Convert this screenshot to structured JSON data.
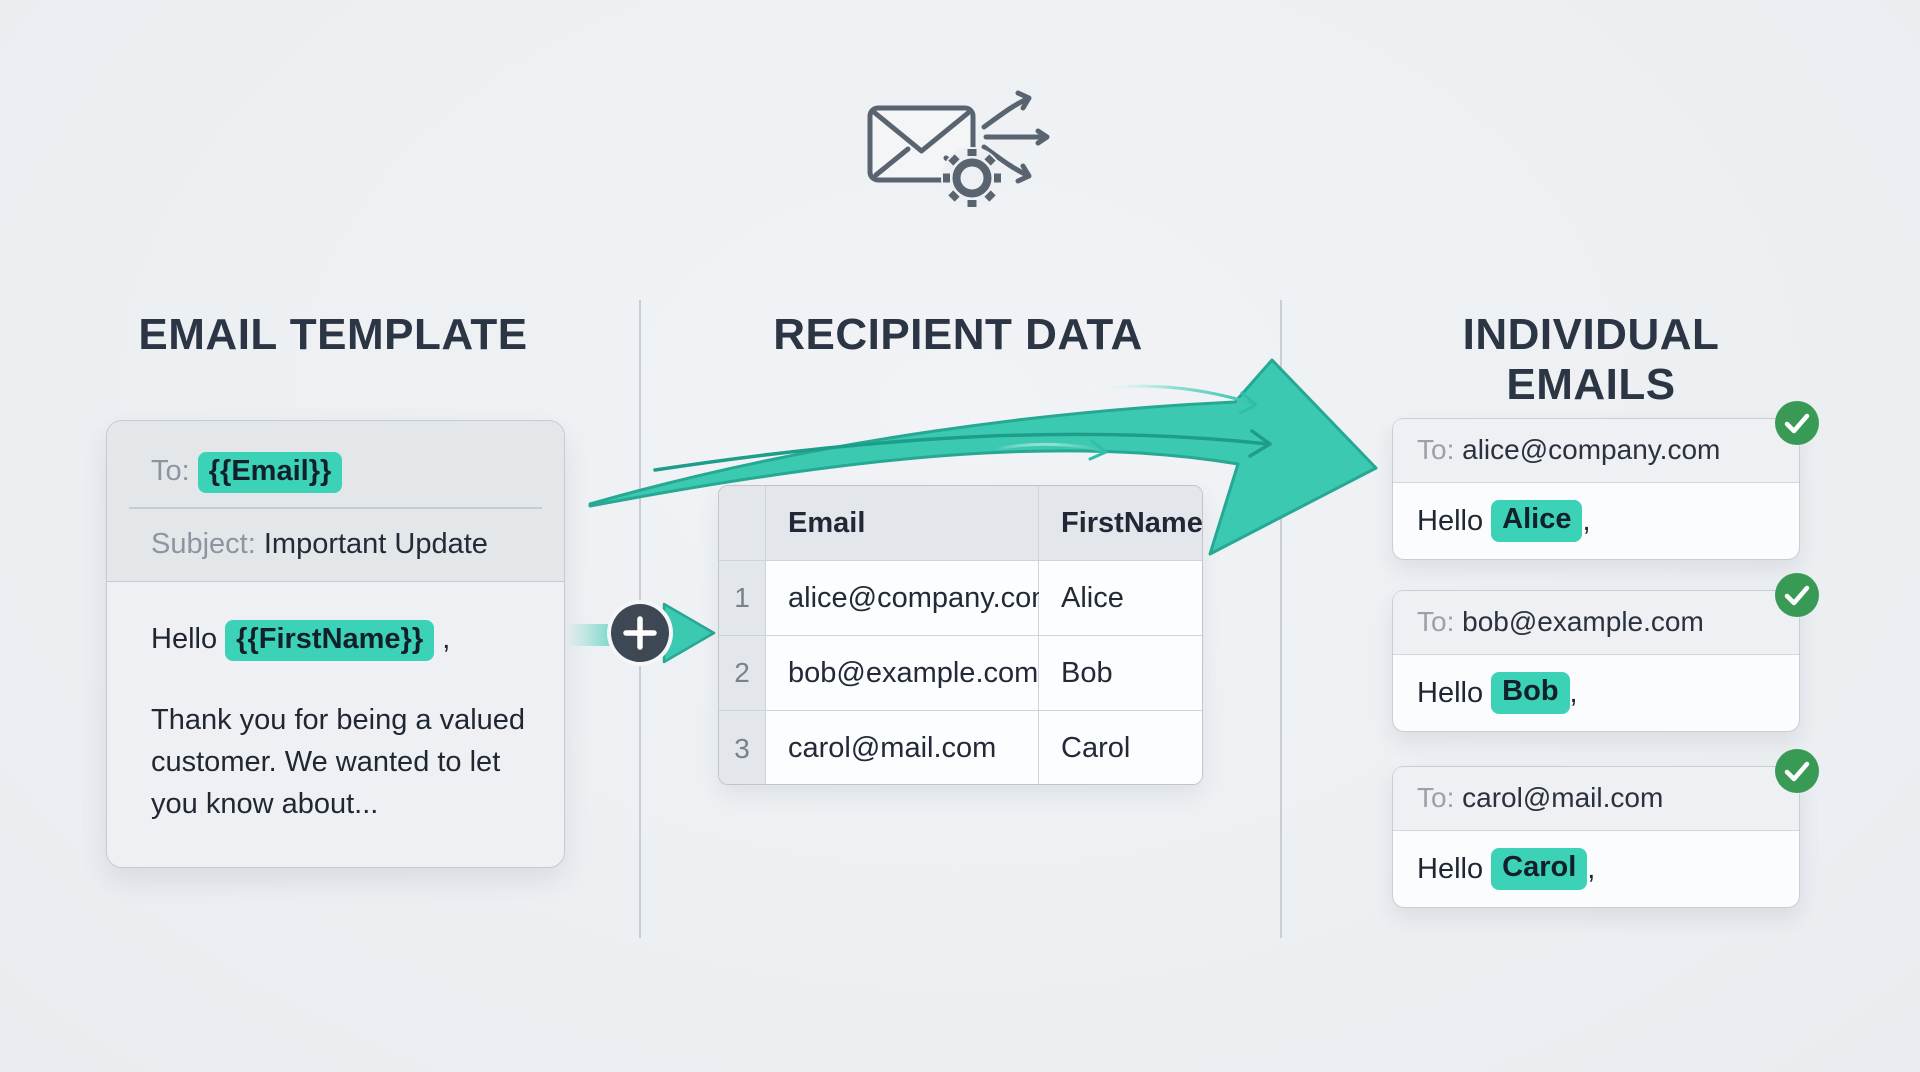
{
  "columns": [
    {
      "heading": "EMAIL TEMPLATE"
    },
    {
      "heading": "RECIPIENT DATA"
    },
    {
      "heading": "INDIVIDUAL EMAILS"
    }
  ],
  "template_card": {
    "to_label": "To:",
    "to_variable": "{{Email}}",
    "subject_label": "Subject:",
    "subject_value": "Important Update",
    "greeting_prefix": "Hello ",
    "greeting_variable": "{{FirstName}}",
    "greeting_suffix": " ,",
    "body_lines": [
      "Thank you for being a valued",
      "customer. We wanted to let",
      "you know about..."
    ]
  },
  "merge": {
    "plus_symbol": "+"
  },
  "recipient_table": {
    "headers": {
      "email": "Email",
      "first_name": "FirstName"
    },
    "rows": [
      {
        "num": "1",
        "email": "alice@company.com",
        "first_name": "Alice"
      },
      {
        "num": "2",
        "email": "bob@example.com",
        "first_name": "Bob"
      },
      {
        "num": "3",
        "email": "carol@mail.com",
        "first_name": "Carol"
      }
    ]
  },
  "emails": [
    {
      "to_label": "To:",
      "to": "alice@company.com",
      "greeting_prefix": "Hello ",
      "name": "Alice",
      "suffix": ","
    },
    {
      "to_label": "To:",
      "to": "bob@example.com",
      "greeting_prefix": "Hello ",
      "name": "Bob",
      "suffix": ","
    },
    {
      "to_label": "To:",
      "to": "carol@mail.com",
      "greeting_prefix": "Hello ",
      "name": "Carol",
      "suffix": ","
    }
  ],
  "colors": {
    "accent_teal": "#3cc9b2",
    "highlight_teal": "#3cd2b8",
    "success_green": "#389a55",
    "heading_dark": "#2b3544",
    "icon_slate": "#5a6470"
  }
}
